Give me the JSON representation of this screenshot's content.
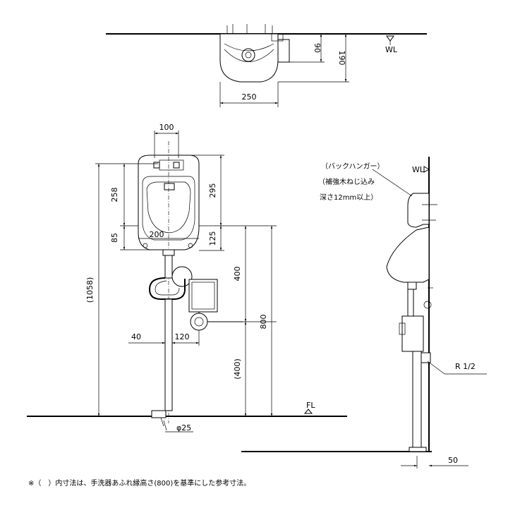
{
  "top_view": {
    "depth_90": "90",
    "depth_190": "190",
    "width_250": "250",
    "wall_level": "WL"
  },
  "front_view": {
    "width_100": "100",
    "height_258": "258",
    "height_85": "85",
    "width_200": "200",
    "height_295": "295",
    "height_125": "125",
    "total_1058": "(1058)",
    "height_400": "400",
    "height_800": "800",
    "lower_400": "(400)",
    "offset_40": "40",
    "offset_120": "120",
    "pipe_dia": "φ25",
    "floor_level": "FL"
  },
  "side_view": {
    "hanger_label_1": "（バックハンガー）",
    "hanger_label_2": "（補強木ねじ込み",
    "hanger_label_3": "深さ12mm以上）",
    "wall_level": "WL",
    "thread": "R 1/2",
    "offset_50": "50"
  },
  "footnote": "※（　）内寸法は、手洗器あふれ縁高さ(800)を基準にした参考寸法。"
}
